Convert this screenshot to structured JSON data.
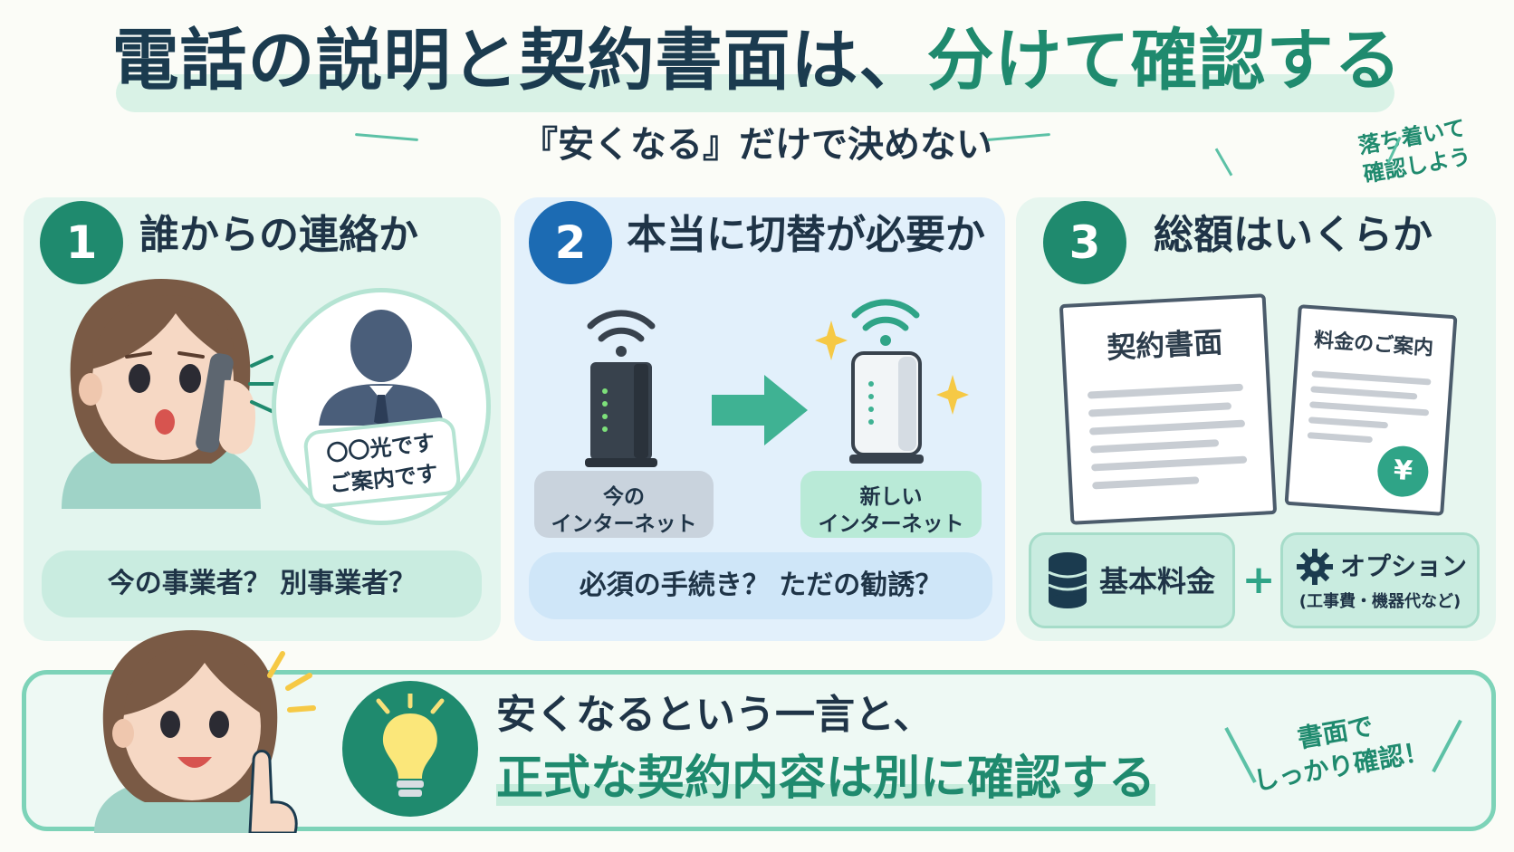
{
  "title": {
    "part1": "電話の説明と契約書面は、",
    "part2": "分けて確認する"
  },
  "subtitle": "『安くなる』だけで決めない",
  "side_note": {
    "line1": "落ち着いて",
    "line2": "確認しよう"
  },
  "panels": [
    {
      "number": "1",
      "title": "誰からの連絡か",
      "bubble_line1": "〇〇光です",
      "bubble_line2": "ご案内です",
      "question": "今の事業者？ 別事業者？"
    },
    {
      "number": "2",
      "title": "本当に切替が必要か",
      "current_line1": "今の",
      "current_line2": "インターネット",
      "new_line1": "新しい",
      "new_line2": "インターネット",
      "question": "必須の手続き？ ただの勧誘？"
    },
    {
      "number": "3",
      "title": "総額はいくらか",
      "doc_main": "契約書面",
      "doc_fee": "料金のご案内",
      "yen": "¥",
      "basic_fee": "基本料金",
      "plus": "+",
      "option": "オプション",
      "option_sub": "(工事費・機器代など)"
    }
  ],
  "bottom": {
    "line1": "安くなるという一言と、",
    "line2": "正式な契約内容は別に確認する",
    "note_line1": "書面で",
    "note_line2": "しっかり確認！"
  },
  "colors": {
    "accent_green": "#1f8a6e",
    "accent_blue": "#1c6bb3",
    "navy": "#1b3b4f"
  }
}
